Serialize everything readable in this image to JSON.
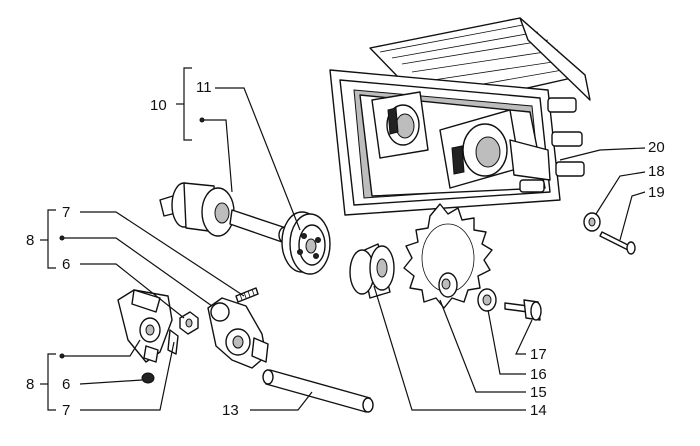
{
  "callouts": {
    "c20": "20",
    "c18": "18",
    "c19": "19",
    "c11": "11",
    "c10": "10",
    "c7a": "7",
    "c8a": "8",
    "c6a": "6",
    "c8b": "8",
    "c6b": "6",
    "c7b": "7",
    "c13": "13",
    "c14": "14",
    "c15": "15",
    "c16": "16",
    "c17": "17"
  }
}
